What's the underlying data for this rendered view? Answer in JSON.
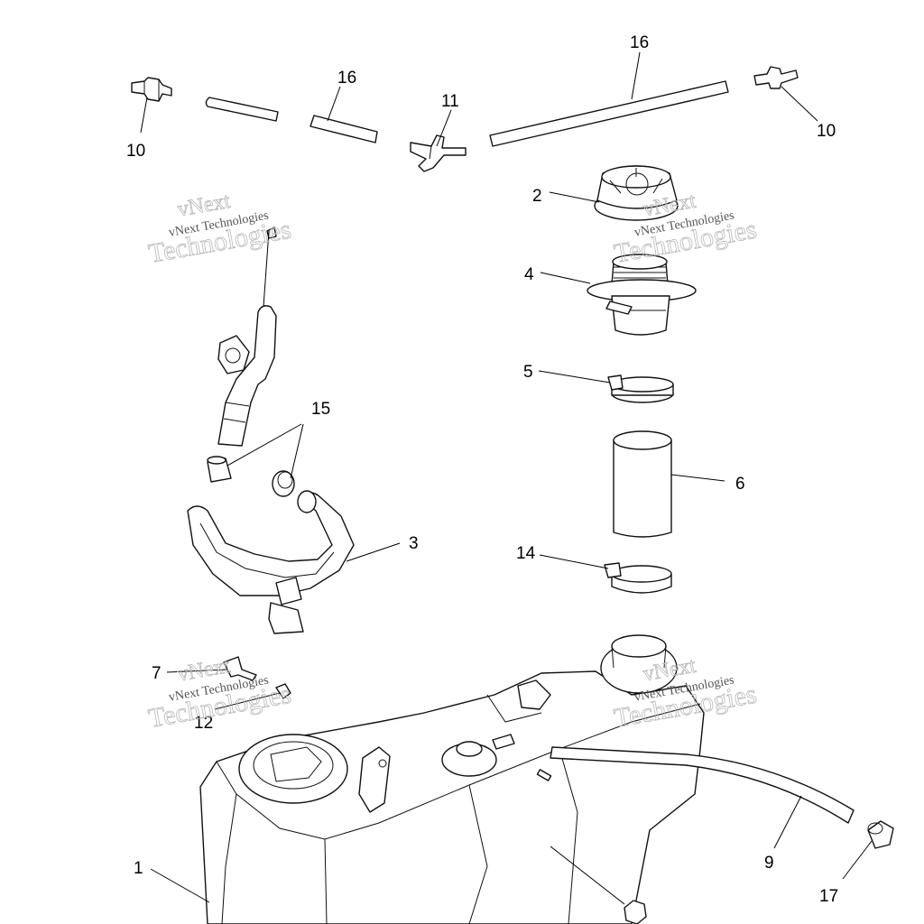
{
  "callouts": [
    {
      "id": "c1",
      "label": "1"
    },
    {
      "id": "c2",
      "label": "2"
    },
    {
      "id": "c3",
      "label": "3"
    },
    {
      "id": "c4",
      "label": "4"
    },
    {
      "id": "c5",
      "label": "5"
    },
    {
      "id": "c6",
      "label": "6"
    },
    {
      "id": "c7",
      "label": "7"
    },
    {
      "id": "c9",
      "label": "9"
    },
    {
      "id": "c10a",
      "label": "10"
    },
    {
      "id": "c10b",
      "label": "10"
    },
    {
      "id": "c11",
      "label": "11"
    },
    {
      "id": "c12",
      "label": "12"
    },
    {
      "id": "c14",
      "label": "14"
    },
    {
      "id": "c15",
      "label": "15"
    },
    {
      "id": "c16a",
      "label": "16"
    },
    {
      "id": "c16b",
      "label": "16"
    },
    {
      "id": "c17",
      "label": "17"
    }
  ],
  "watermark": {
    "line1": "vNext",
    "line2": "Technologies",
    "small": "vNext Technologies"
  }
}
